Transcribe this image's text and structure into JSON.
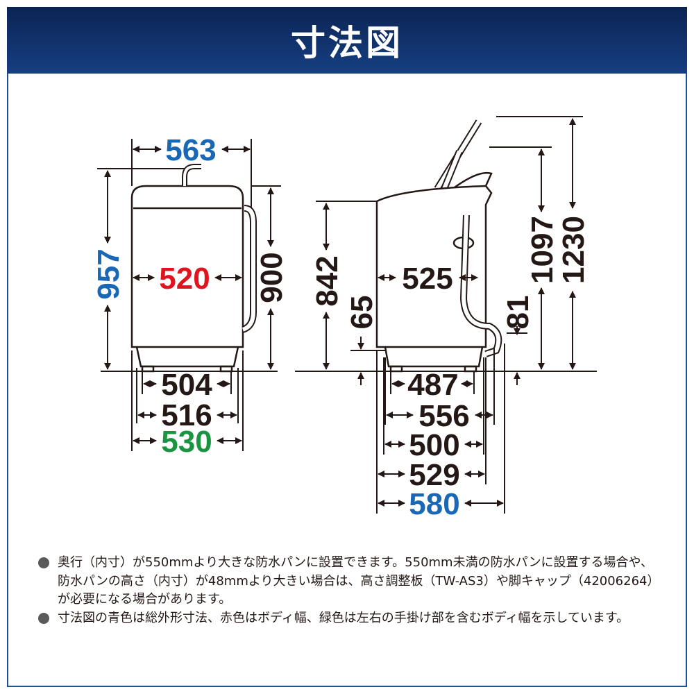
{
  "title": "寸法図",
  "colors": {
    "blue": "#1a67b5",
    "red": "#e0141e",
    "green": "#1a9440",
    "dark": "#231815",
    "header": "#0b2453"
  },
  "front_view": {
    "overall_width": "563",
    "overall_height": "957",
    "body_height": "900",
    "body_width": "520",
    "foot_inner": "504",
    "base_width": "516",
    "width_with_handles": "530"
  },
  "side_view": {
    "body_height": "842",
    "bottom_clearance": "65",
    "depth_inner": "525",
    "lid_open_height": "1097",
    "max_height": "1230",
    "hose_clearance": "81",
    "foot_depth": "487",
    "depth_556": "556",
    "depth_500": "500",
    "body_depth": "529",
    "overall_depth": "580"
  },
  "notes": [
    "奥行（内寸）が550mmより大きな防水パンに設置できます。550mm未満の防水パンに設置する場合や、防水パンの高さ（内寸）が48mmより大きい場合は、高さ調整板（TW-AS3）や脚キャップ（42006264）が必要になる場合があります。",
    "寸法図の青色は総外形寸法、赤色はボディ幅、緑色は左右の手掛け部を含むボディ幅を示しています。"
  ]
}
